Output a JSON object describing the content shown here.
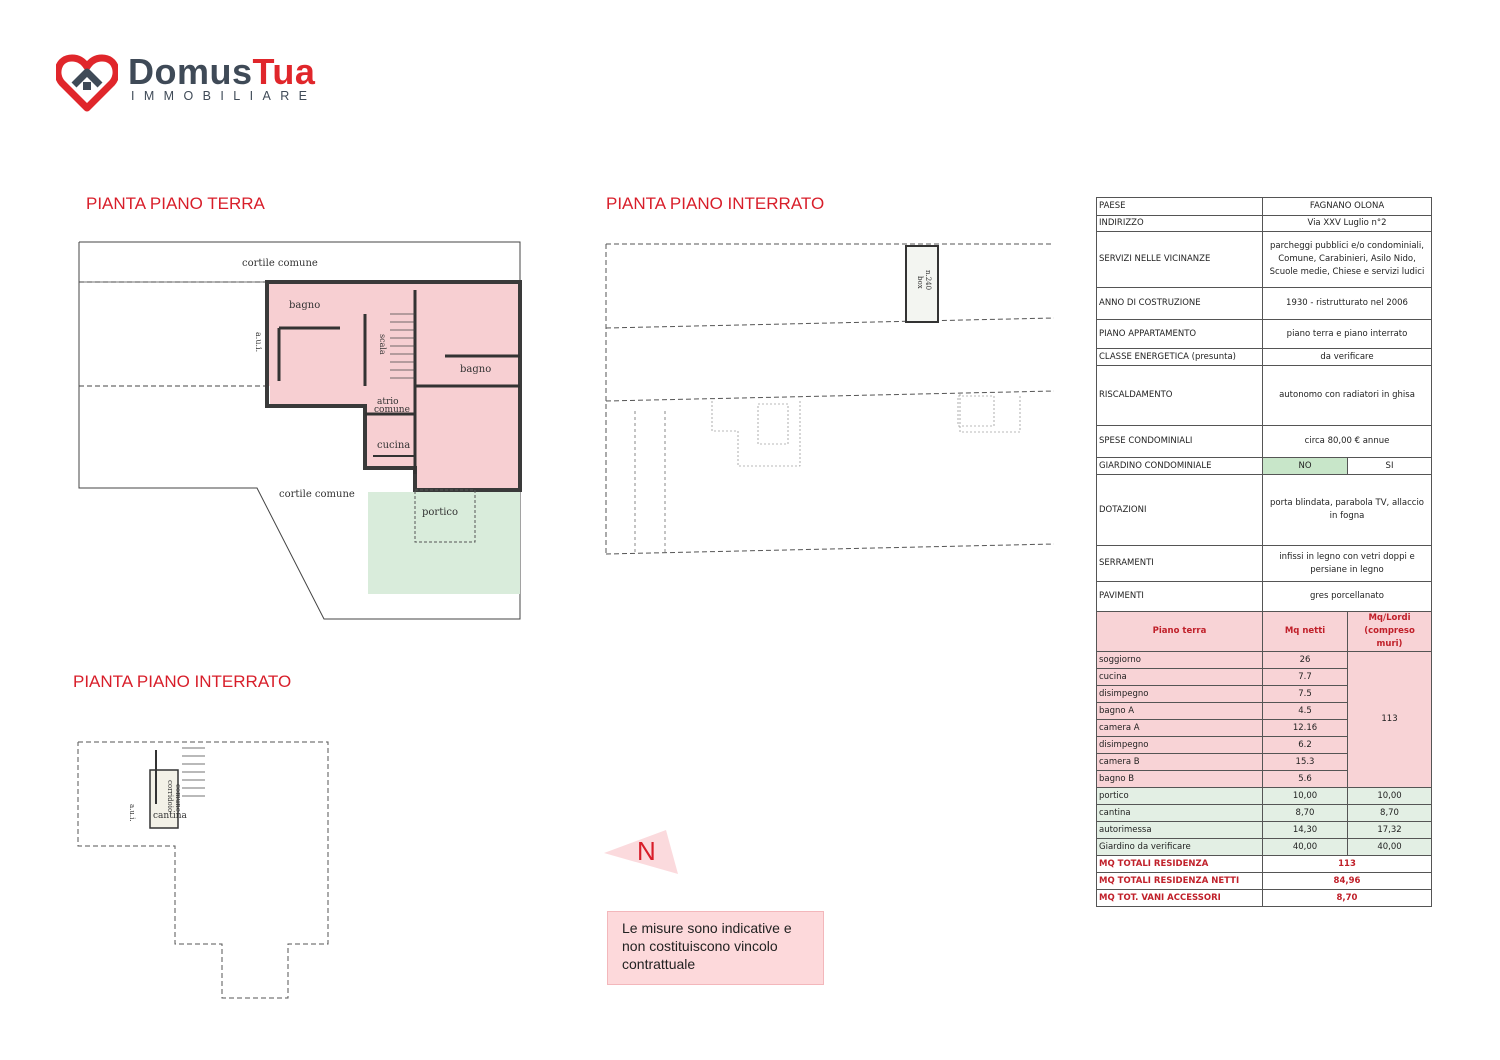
{
  "brand": {
    "name_part1": "Domus",
    "name_part2": "Tua",
    "subtitle": "IMMOBILIARE",
    "colors": {
      "red": "#e0262b",
      "gray": "#3f4a57"
    }
  },
  "titles": {
    "ground_floor": "PIANTA PIANO TERRA",
    "basement_top": "PIANTA PIANO INTERRATO",
    "basement_bottom": "PIANTA PIANO INTERRATO"
  },
  "plan_labels": {
    "cortile_top": "cortile comune",
    "cortile_bottom": "cortile comune",
    "bagno_1": "bagno",
    "bagno_2": "bagno",
    "atrio_1": "atrio",
    "atrio_2": "comune",
    "cucina": "cucina",
    "portico": "portico",
    "aui": "a.u.i.",
    "scala": "scala",
    "box_1": "box",
    "box_2": "n.240",
    "cantina": "cantina",
    "corridoio_1": "corridoio",
    "corridoio_2": "comune"
  },
  "north": {
    "label": "N"
  },
  "note": {
    "text": "Le misure sono indicative e non costituiscono vincolo contrattuale"
  },
  "table": {
    "info_rows": [
      {
        "label": "PAESE",
        "value": "FAGNANO OLONA"
      },
      {
        "label": "INDIRIZZO",
        "value": "Via XXV Luglio n°2"
      },
      {
        "label": "SERVIZI NELLE VICINANZE",
        "value": "parcheggi pubblici e/o condominiali, Comune, Carabinieri, Asilo Nido, Scuole medie, Chiese e servizi ludici"
      },
      {
        "label": "ANNO DI COSTRUZIONE",
        "value": "1930 - ristrutturato nel 2006"
      },
      {
        "label": "PIANO APPARTAMENTO",
        "value": "piano terra e piano interrato"
      },
      {
        "label": "CLASSE ENERGETICA (presunta)",
        "value": "da verificare"
      },
      {
        "label": "RISCALDAMENTO",
        "value": "autonomo con radiatori in ghisa"
      },
      {
        "label": "SPESE CONDOMINIALI",
        "value": "circa 80,00 € annue"
      }
    ],
    "garden": {
      "label": "GIARDINO CONDOMINIALE",
      "no": "NO",
      "si": "SI"
    },
    "info_rows2": [
      {
        "label": "DOTAZIONI",
        "value": "porta blindata, parabola TV, allaccio in fogna"
      },
      {
        "label": "SERRAMENTI",
        "value": "infissi in legno con vetri doppi e persiane in legno"
      },
      {
        "label": "PAVIMENTI",
        "value": "gres porcellanato"
      }
    ],
    "headers": {
      "piano": "Piano terra",
      "netti": "Mq netti",
      "lordi_1": "Mq/Lordi",
      "lordi_2": "(compreso muri)"
    },
    "rooms": [
      {
        "name": "soggiorno",
        "mq": "26"
      },
      {
        "name": "cucina",
        "mq": "7.7"
      },
      {
        "name": "disimpegno",
        "mq": "7.5"
      },
      {
        "name": "bagno A",
        "mq": "4.5"
      },
      {
        "name": "camera A",
        "mq": "12.16"
      },
      {
        "name": "disimpegno",
        "mq": "6.2"
      },
      {
        "name": "camera B",
        "mq": "15.3"
      },
      {
        "name": "bagno B",
        "mq": "5.6"
      }
    ],
    "rooms_lordi": "113",
    "accessories": [
      {
        "name": "portico",
        "netti": "10,00",
        "lordi": "10,00"
      },
      {
        "name": "cantina",
        "netti": "8,70",
        "lordi": "8,70"
      },
      {
        "name": "autorimessa",
        "netti": "14,30",
        "lordi": "17,32"
      },
      {
        "name": "Giardino da verificare",
        "netti": "40,00",
        "lordi": "40,00"
      }
    ],
    "totals": [
      {
        "label": "MQ TOTALI RESIDENZA",
        "value": "113"
      },
      {
        "label": "MQ TOTALI RESIDENZA NETTI",
        "value": "84,96"
      },
      {
        "label": "MQ TOT. VANI ACCESSORI",
        "value": "8,70"
      }
    ]
  }
}
